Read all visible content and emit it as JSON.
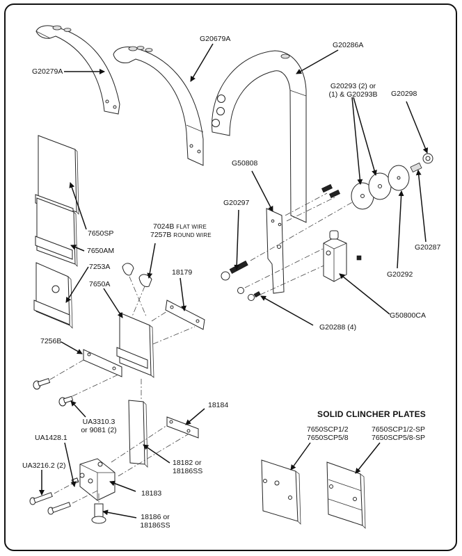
{
  "diagram": {
    "type": "exploded parts diagram",
    "section_title": "SOLID CLINCHER PLATES",
    "labels": {
      "g20279a": "G20279A",
      "g20679a": "G20679A",
      "g20286a": "G20286A",
      "g20293_line1": "G20293 (2) or",
      "g20293_line2": "(1) & G20293B",
      "g20298": "G20298",
      "g50808": "G50808",
      "g20297": "G20297",
      "g20287": "G20287",
      "g20292": "G20292",
      "g50800ca": "G50800CA",
      "g20288": "G20288 (4)",
      "p7650sp": "7650SP",
      "p7650am": "7650AM",
      "p7253a": "7253A",
      "p7650a": "7650A",
      "p7024b_code": "7024B",
      "p7024b_note": "FLAT WIRE",
      "p7257b_code": "7257B",
      "p7257b_note": "ROUND WIRE",
      "p18179": "18179",
      "p7256b": "7256B",
      "ua3310_line1": "UA3310.3",
      "ua3310_line2": "or 9081 (2)",
      "p18184": "18184",
      "ua1428": "UA1428.1",
      "ua3216": "UA3216.2 (2)",
      "p18182_line1": "18182 or",
      "p18182_line2": "18186SS",
      "p18183": "18183",
      "p18186_line1": "18186 or",
      "p18186_line2": "18186SS",
      "scp_a_line1": "7650SCP1/2",
      "scp_a_line2": "7650SCP5/8",
      "scp_b_line1": "7650SCP1/2-SP",
      "scp_b_line2": "7650SCP5/8-SP"
    }
  }
}
